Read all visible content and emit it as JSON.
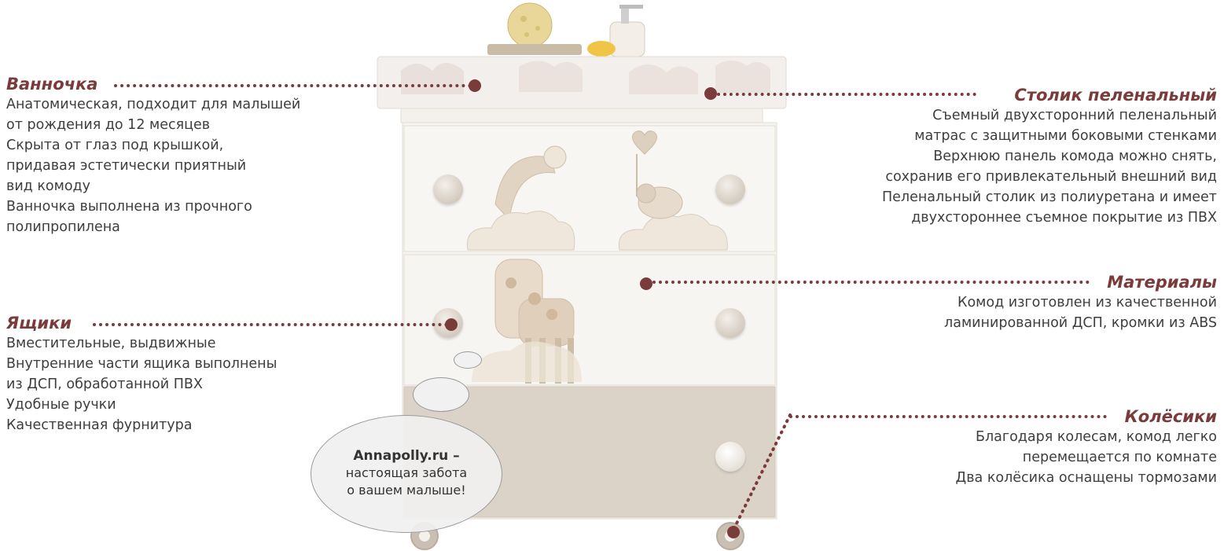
{
  "sections": {
    "bath": {
      "title": "Ванночка",
      "lines": [
        "Анатомическая, подходит для малышей",
        "от рождения до 12 месяцев",
        "Скрыта от глаз под крышкой,",
        "придавая эстетически приятный",
        "вид комоду",
        "Ванночка выполнена из прочного",
        "полипропилена"
      ]
    },
    "table": {
      "title": "Столик пеленальный",
      "lines": [
        "Съемный двухсторонний пеленальный",
        "матрас с защитными боковыми стенками",
        "Верхнюю панель комода можно снять,",
        "сохранив его привлекательный внешний вид",
        "Пеленальный столик из полиуретана и имеет",
        "двухстороннее съемное покрытие из ПВХ"
      ]
    },
    "materials": {
      "title": "Материалы",
      "lines": [
        "Комод изготовлен из качественной",
        "ламинированной ДСП, кромки из ABS"
      ]
    },
    "drawers": {
      "title": "Ящики",
      "lines": [
        "Вместительные, выдвижные",
        "Внутренние части ящика выполнены",
        "из ДСП, обработанной ПВХ",
        "Удобные ручки",
        "Качественная фурнитура"
      ]
    },
    "wheels": {
      "title": "Колёсики",
      "lines": [
        "Благодаря колесам, комод легко",
        "перемещается по комнате",
        "Два колёсика оснащены тормозами"
      ]
    }
  },
  "promo": {
    "line1": "Annapolly.ru –",
    "line2": "настоящая забота",
    "line3": "о вашем малыше!"
  },
  "colors": {
    "accent": "#7a3b3b",
    "text": "#3e3e3e"
  }
}
